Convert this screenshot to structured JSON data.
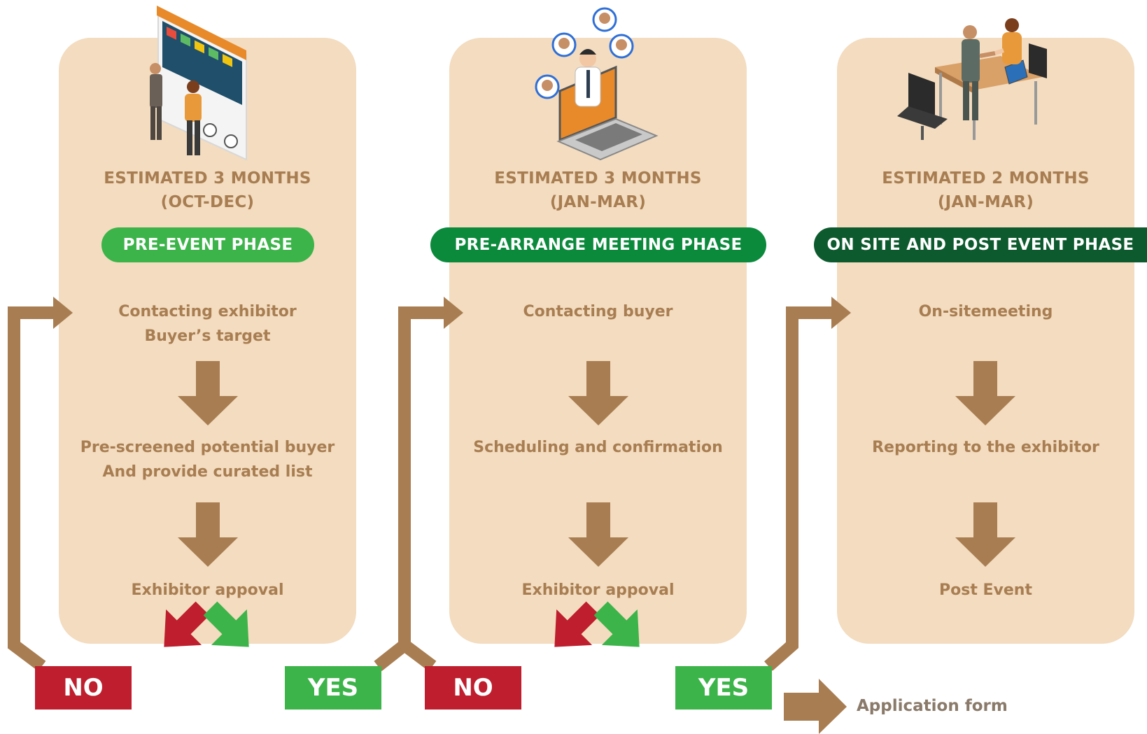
{
  "panels": [
    {
      "duration": "ESTIMATED 3 MONTHS",
      "range": "(OCT-DEC)",
      "phase": "PRE-EVENT PHASE",
      "steps": [
        [
          "Contacting exhibitor",
          "Buyer’s target"
        ],
        [
          "Pre-screened potential buyer",
          "And provide curated list"
        ],
        [
          "Exhibitor appoval"
        ]
      ],
      "no_label": "NO",
      "yes_label": "YES"
    },
    {
      "duration": "ESTIMATED 3 MONTHS",
      "range": "(JAN-MAR)",
      "phase": "PRE-ARRANGE MEETING PHASE",
      "steps": [
        [
          "Contacting buyer"
        ],
        [
          "Scheduling and confirmation"
        ],
        [
          "Exhibitor appoval"
        ]
      ],
      "no_label": "NO",
      "yes_label": "YES"
    },
    {
      "duration": "ESTIMATED 2 MONTHS",
      "range": "(JAN-MAR)",
      "phase": "ON SITE AND POST EVENT PHASE",
      "steps": [
        [
          "On-sitemeeting"
        ],
        [
          "Reporting to the exhibitor"
        ],
        [
          "Post Event"
        ]
      ]
    }
  ],
  "legend": {
    "label": "Application form"
  },
  "colors": {
    "panel": "#f3dcbf",
    "brown": "#a87d52",
    "phase1": "#3cb44a",
    "phase2": "#0b8a3c",
    "phase3": "#0d5a2e",
    "no": "#be1e2d",
    "yes": "#3cb44a"
  }
}
